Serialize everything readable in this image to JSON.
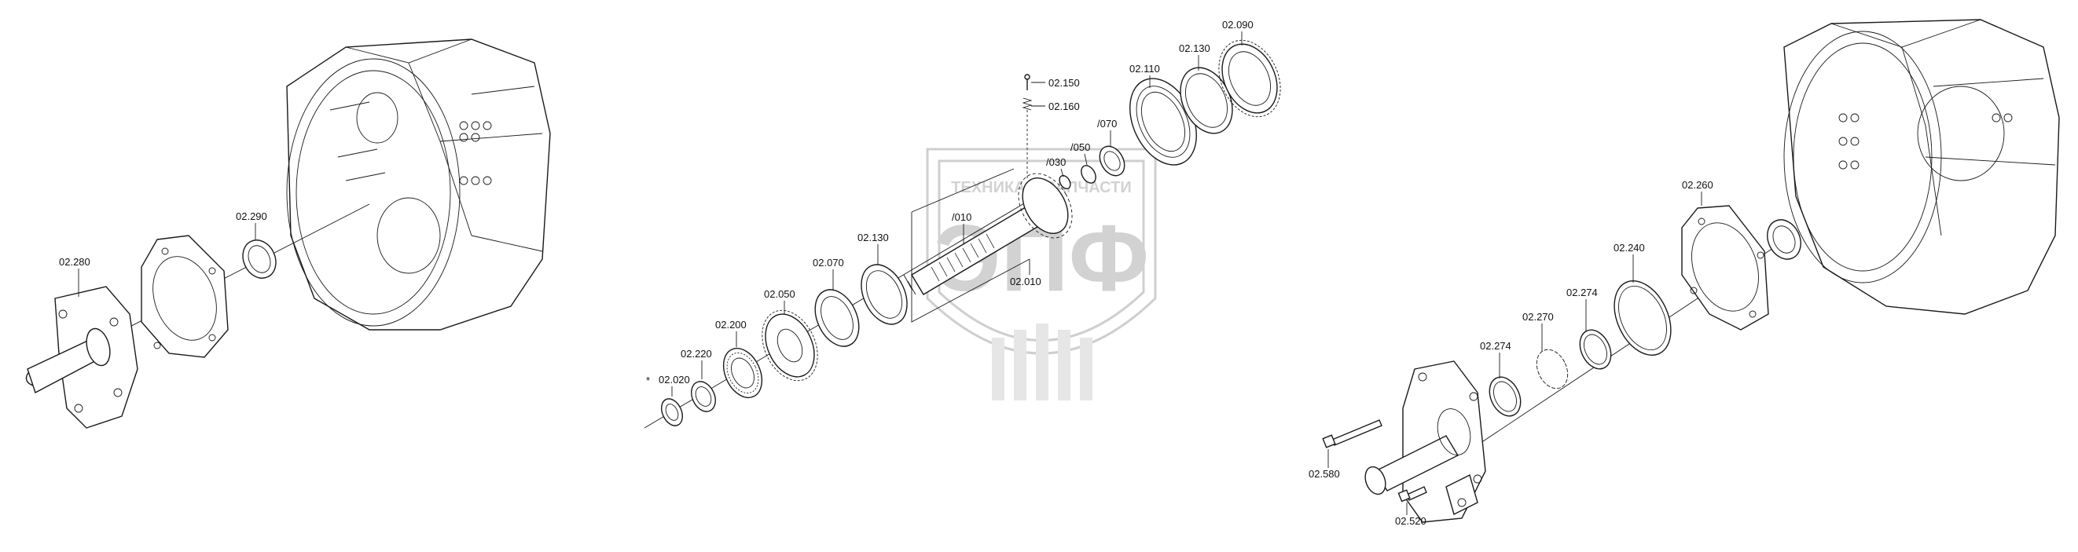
{
  "labels": {
    "c02_280": "02.280",
    "c02_290": "02.290",
    "c02_020": "02.020",
    "c02_220": "02.220",
    "c02_200": "02.200",
    "c02_050": "02.050",
    "c02_070": "02.070",
    "c02_130a": "02.130",
    "c_010": "/010",
    "c02_010": "02.010",
    "c_030": "/030",
    "c_050": "/050",
    "c_070": "/070",
    "c02_150": "02.150",
    "c02_160": "02.160",
    "c02_110": "02.110",
    "c02_130b": "02.130",
    "c02_090": "02.090",
    "c02_260": "02.260",
    "c02_240": "02.240",
    "c02_274a": "02.274",
    "c02_270": "02.270",
    "c02_274b": "02.274",
    "c02_580": "02.580",
    "c02_520": "02.520"
  },
  "marker": "*",
  "watermark": {
    "top_text": "ТЕХНИКА И ЗАПЧАСТИ",
    "logo_text": "ЭПФ"
  },
  "colors": {
    "ink": "#1a1a1a",
    "watermark": "#d2d2d2",
    "background": "#ffffff"
  }
}
